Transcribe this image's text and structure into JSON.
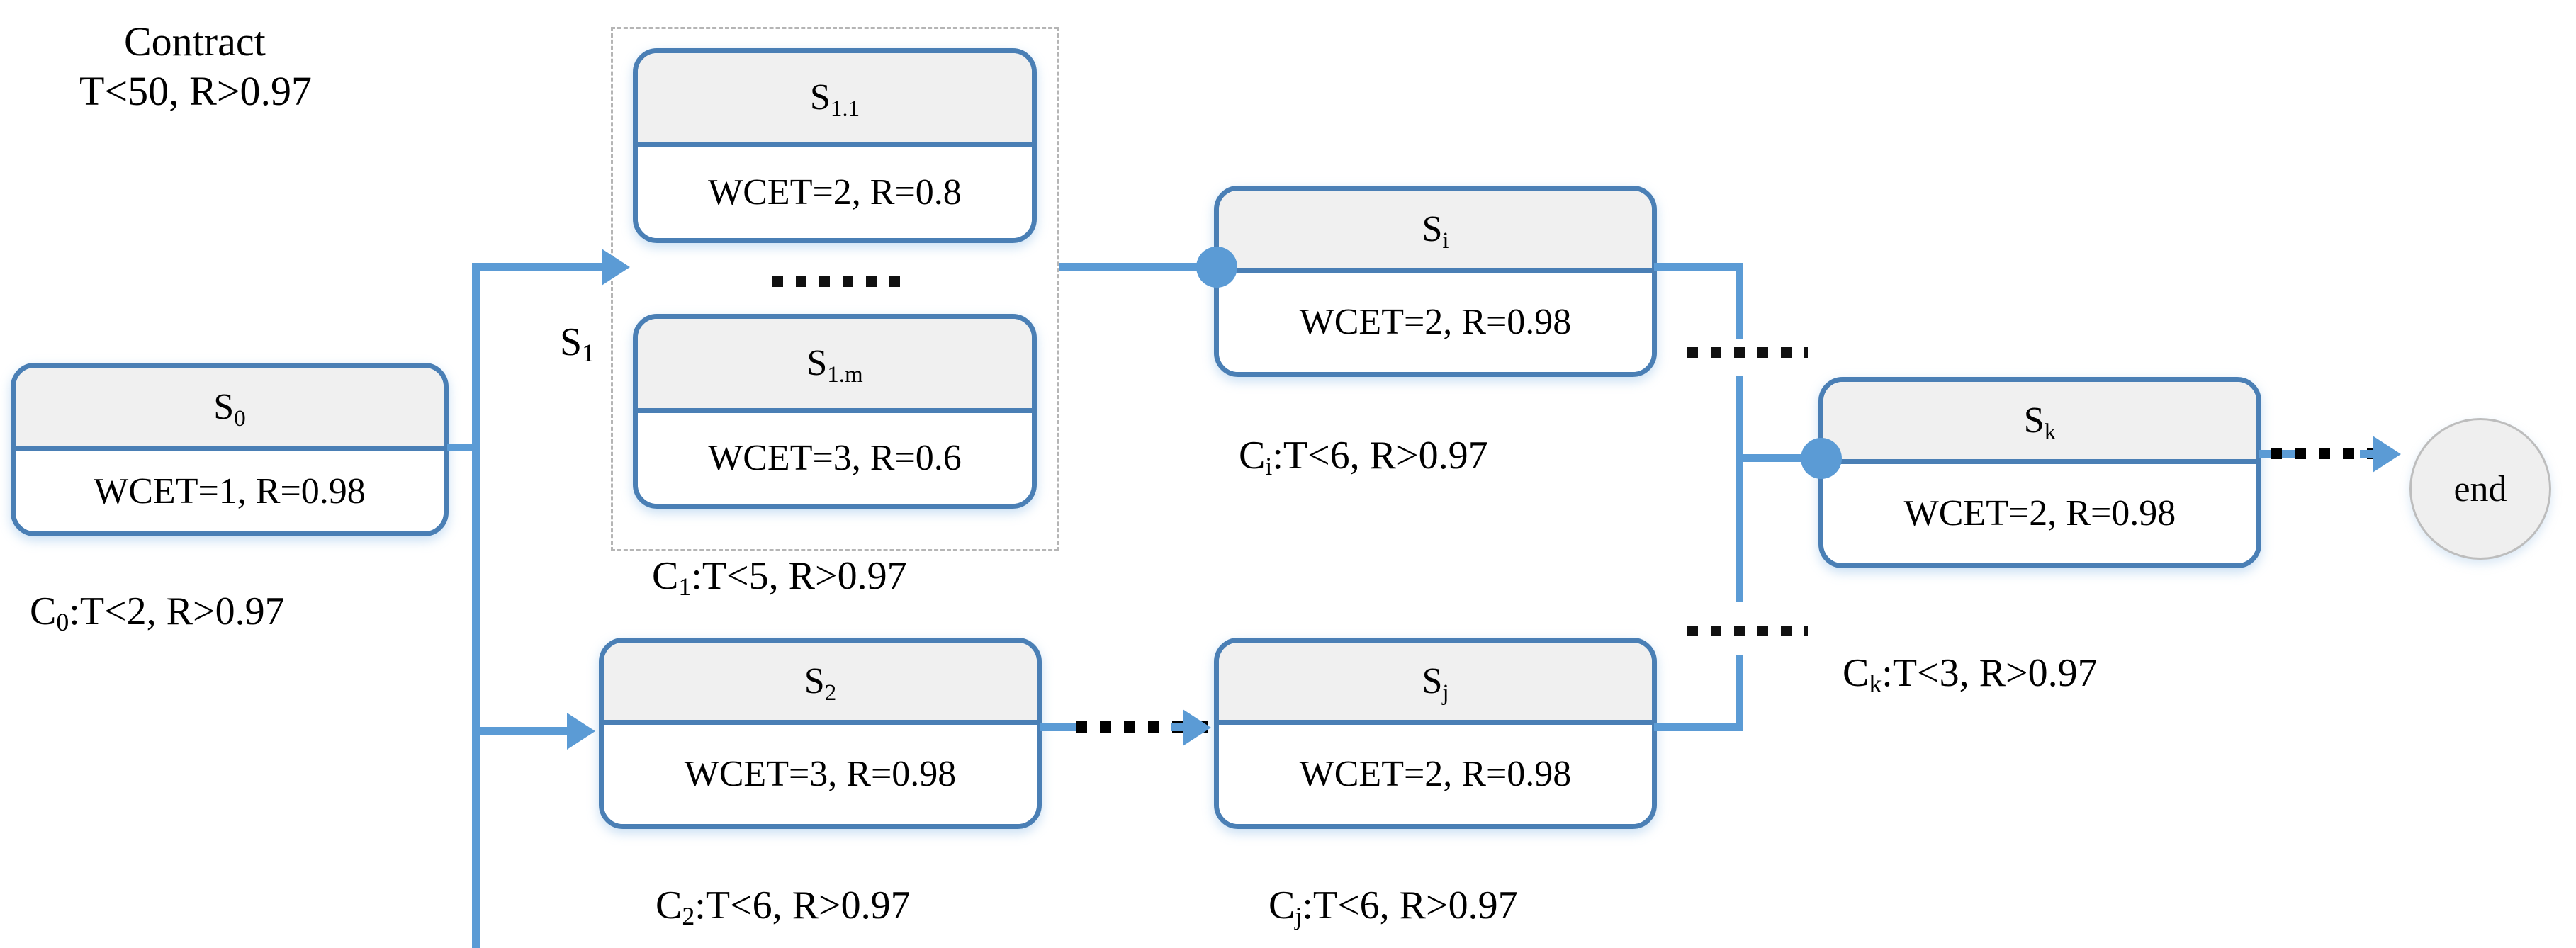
{
  "diagram": {
    "contract": {
      "title": "Contract",
      "constraint": "T<50, R>0.97"
    },
    "end_node": {
      "label": "end"
    },
    "group_label": "S",
    "group_label_sub": "1",
    "ellipsis": "......",
    "nodes": [
      {
        "id": "S0",
        "name": "S",
        "sub": "0",
        "spec": "WCET=1, R=0.98",
        "contract": "C",
        "contract_sub": "0",
        "contract_text": ":T<2, R>0.97"
      },
      {
        "id": "S11",
        "name": "S",
        "sub": "1.1",
        "spec": "WCET=2, R=0.8",
        "contract": "",
        "contract_sub": "",
        "contract_text": ""
      },
      {
        "id": "S1m",
        "name": "S",
        "sub": "1.m",
        "spec": "WCET=3, R=0.6",
        "contract": "",
        "contract_sub": "",
        "contract_text": ""
      },
      {
        "id": "S1group",
        "name": "",
        "sub": "",
        "spec": "",
        "contract": "C",
        "contract_sub": "1",
        "contract_text": ":T<5, R>0.97"
      },
      {
        "id": "Si",
        "name": "S",
        "sub": "i",
        "spec": "WCET=2, R=0.98",
        "contract": "C",
        "contract_sub": "i",
        "contract_text": ":T<6, R>0.97"
      },
      {
        "id": "Sk",
        "name": "S",
        "sub": "k",
        "spec": "WCET=2, R=0.98",
        "contract": "C",
        "contract_sub": "k",
        "contract_text": ":T<3, R>0.97"
      },
      {
        "id": "S2",
        "name": "S",
        "sub": "2",
        "spec": "WCET=3, R=0.98",
        "contract": "C",
        "contract_sub": "2",
        "contract_text": ":T<6, R>0.97"
      },
      {
        "id": "Sj",
        "name": "S",
        "sub": "j",
        "spec": "WCET=2, R=0.98",
        "contract": "C",
        "contract_sub": "j",
        "contract_text": ":T<6, R>0.97"
      }
    ],
    "colors": {
      "node_border": "#4a7fb5",
      "node_head_fill": "#f0f0f0",
      "node_body_fill": "#ffffff",
      "connector": "#5b9bd5",
      "dotted": "#000000",
      "group_dash": "#b5b5b5",
      "end_fill": "#efefef"
    }
  }
}
